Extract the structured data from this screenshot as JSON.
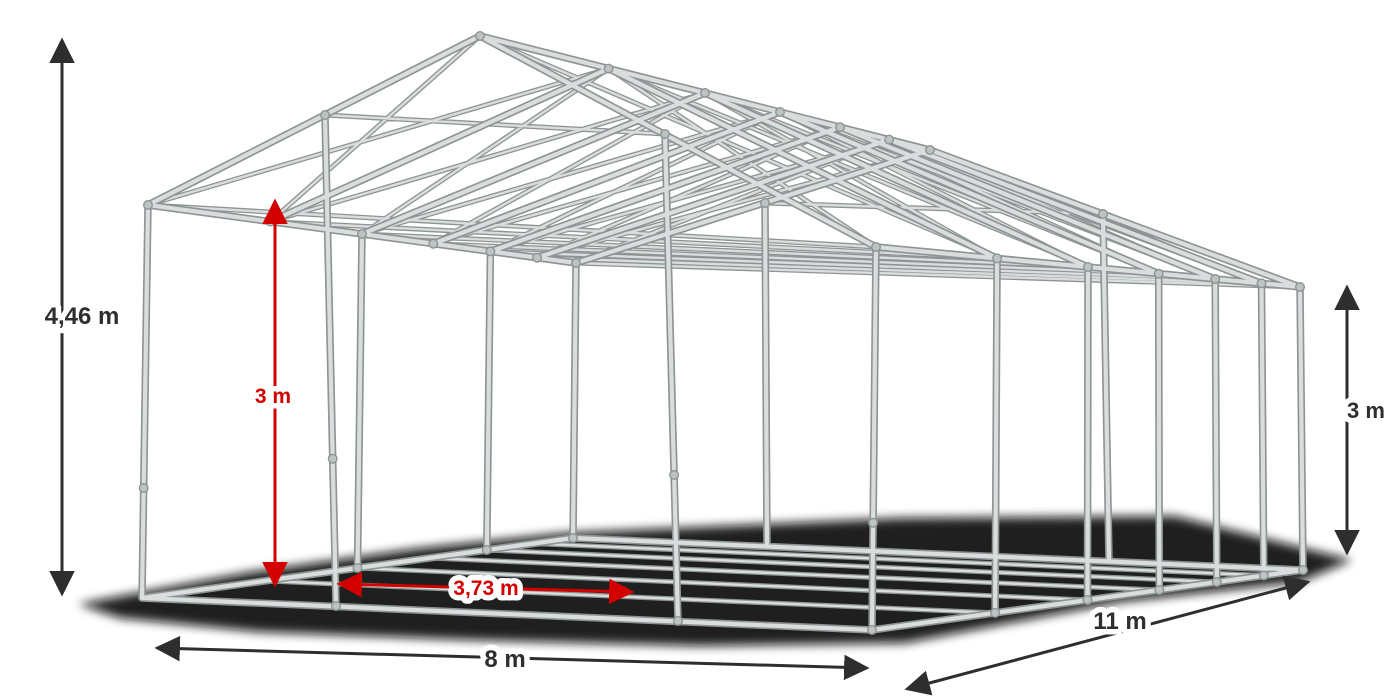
{
  "diagram": {
    "type": "tent-frame-dimension-diagram",
    "labels": {
      "total_height": "4,46 m",
      "inner_height": "3 m",
      "side_height": "3 m",
      "bay_width": "3,73 m",
      "width": "8 m",
      "length": "11 m"
    },
    "colors": {
      "dimension_dark": "#2e2e2e",
      "dimension_red": "#d40000",
      "pole_fill": "#d9dddd",
      "pole_outline": "#8e9494",
      "node_fill": "#bcc3c3",
      "shadow": "#0a0a0a"
    }
  }
}
